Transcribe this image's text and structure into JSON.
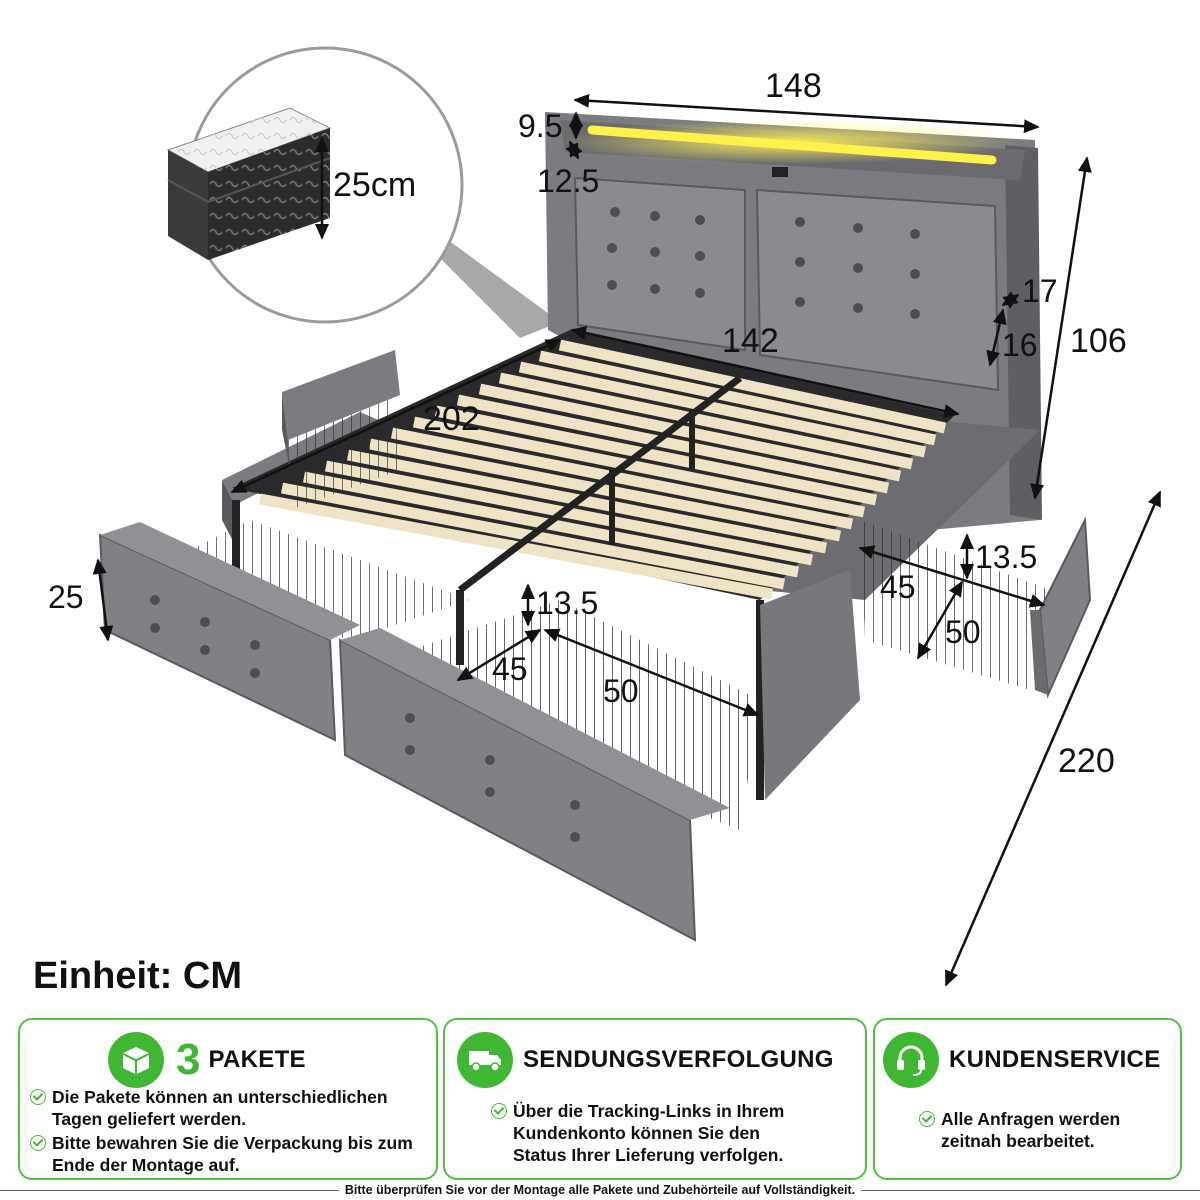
{
  "mattress": {
    "height_label": "25cm"
  },
  "dimensions": {
    "headboard_width": "148",
    "led_strip_height": "9.5",
    "led_gap": "12.5",
    "total_height": "106",
    "wing_depth": "17",
    "wing_height": "16",
    "inner_width": "142",
    "inner_length": "202",
    "total_length": "220",
    "frame_height": "25",
    "front_drawer_height": "13.5",
    "front_drawer_depth": "45",
    "front_drawer_width": "50",
    "side_drawer_height": "13.5",
    "side_drawer_depth": "45",
    "side_drawer_width": "50"
  },
  "unit_label": "Einheit: CM",
  "cards": [
    {
      "number": "3",
      "title": "PAKETE",
      "icon": "package-icon",
      "items": [
        "Die Pakete können an unterschiedlichen Tagen geliefert werden.",
        "Bitte bewahren Sie die Verpackung bis zum Ende der Montage auf."
      ]
    },
    {
      "title": "SENDUNGSVERFOLGUNG",
      "icon": "delivery-truck-icon",
      "items": [
        "Über die Tracking-Links in Ihrem Kundenkonto können Sie den Status Ihrer Lieferung verfolgen."
      ]
    },
    {
      "title": "KUNDENSERVICE",
      "icon": "headset-icon",
      "items": [
        "Alle Anfragen werden zeitnah bearbeitet."
      ]
    }
  ],
  "footer_note": "Bitte überprüfen Sie vor der Montage alle Pakete und Zubehörteile auf Vollständigkeit.",
  "colors": {
    "accent_green": "#3fb733",
    "fabric_gray": "#6e6e72",
    "slat_wood": "#efe3c6",
    "led_yellow": "#fff04a"
  }
}
